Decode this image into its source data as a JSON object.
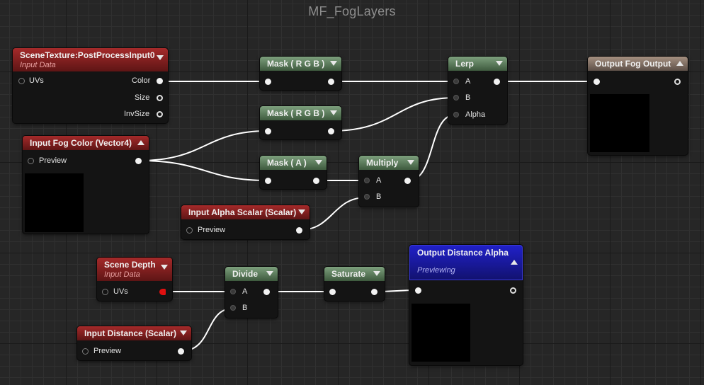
{
  "graph": {
    "title": "MF_FogLayers"
  },
  "nodes": {
    "scene_texture": {
      "title": "SceneTexture:PostProcessInput0",
      "subtitle": "Input Data",
      "inputs": [
        "UVs"
      ],
      "outputs": [
        "Color",
        "Size",
        "InvSize"
      ]
    },
    "mask_rgb_1": {
      "title": "Mask ( R G B )"
    },
    "mask_rgb_2": {
      "title": "Mask ( R G B )"
    },
    "mask_a": {
      "title": "Mask ( A )"
    },
    "lerp": {
      "title": "Lerp",
      "inputs": [
        "A",
        "B",
        "Alpha"
      ]
    },
    "multiply": {
      "title": "Multiply",
      "inputs": [
        "A",
        "B"
      ]
    },
    "output_fog": {
      "title": "Output Fog Output"
    },
    "input_fog_color": {
      "title": "Input Fog Color (Vector4)",
      "output": "Preview"
    },
    "input_alpha_scalar": {
      "title": "Input Alpha Scalar (Scalar)",
      "output": "Preview"
    },
    "scene_depth": {
      "title": "Scene Depth",
      "subtitle": "Input Data",
      "inputs": [
        "UVs"
      ]
    },
    "divide": {
      "title": "Divide",
      "inputs": [
        "A",
        "B"
      ]
    },
    "saturate": {
      "title": "Saturate"
    },
    "output_distance_alpha": {
      "title": "Output Distance Alpha",
      "status": "Previewing"
    },
    "input_distance": {
      "title": "Input Distance (Scalar)",
      "output": "Preview"
    }
  },
  "colors": {
    "background": "#262626",
    "input_node_header": "#a52a2a",
    "math_node_header": "#7da07d",
    "output_node_header": "#a59080",
    "previewing_output_header": "#2020c8",
    "wire": "#ffffff",
    "active_pin": "#e01010"
  },
  "icons": {
    "collapse": "chevron-down-icon",
    "expand": "chevron-up-icon",
    "pin": "exec-pin-icon"
  }
}
